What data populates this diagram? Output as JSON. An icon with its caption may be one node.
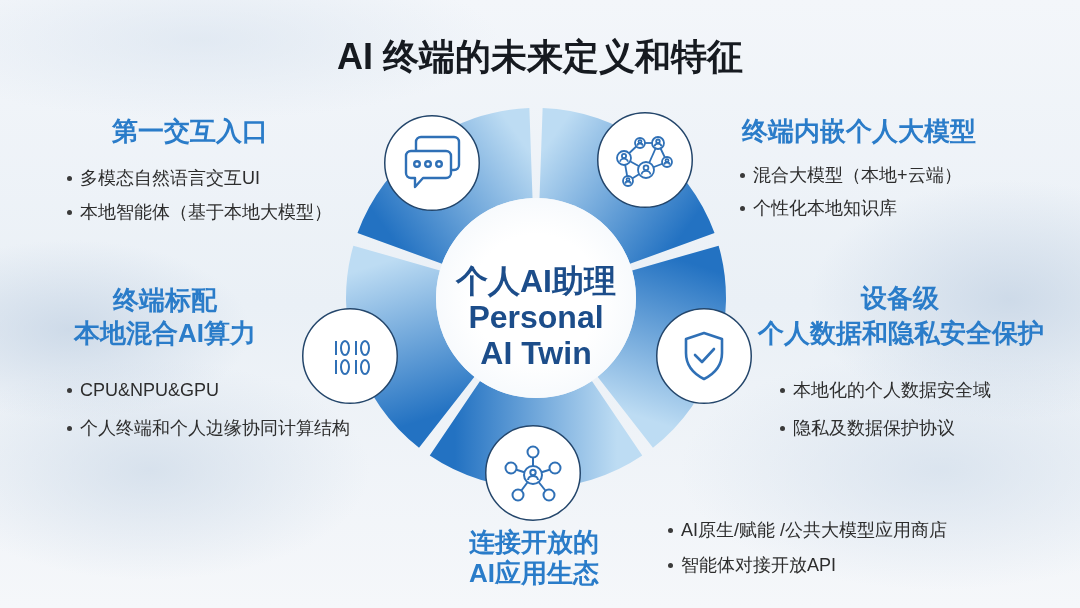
{
  "diagram": {
    "title": "AI 终端的未来定义和特征",
    "nodes": [
      {
        "text": [
          "个人AI助理",
          "Personal AI Twin"
        ]
      },
      {
        "text": [],
        "shape": "arc"
      },
      {
        "text": [],
        "shape": "arc"
      },
      {
        "text": [],
        "shape": "arc"
      },
      {
        "text": [],
        "shape": "arc"
      },
      {
        "text": [],
        "shape": "arc"
      }
    ],
    "labels": [
      "第一交互入口",
      "多模态自然语言交互UI",
      "本地智能体（基于本地大模型）",
      "终端内嵌个人大模型",
      "混合大模型（本地+云端）",
      "个性化本地知识库",
      "终端标配",
      "本地混合AI算力",
      "CPU&NPU&GPU",
      "个人终端和个人边缘协同计算结构",
      "设备级",
      "个人数据和隐私安全保护",
      "本地化的个人数据安全域",
      "隐私及数据保护协议",
      "连接开放的AI应用生态",
      "AI原生/赋能 /公共大模型应用商店",
      "智能体对接开放API"
    ]
  }
}
